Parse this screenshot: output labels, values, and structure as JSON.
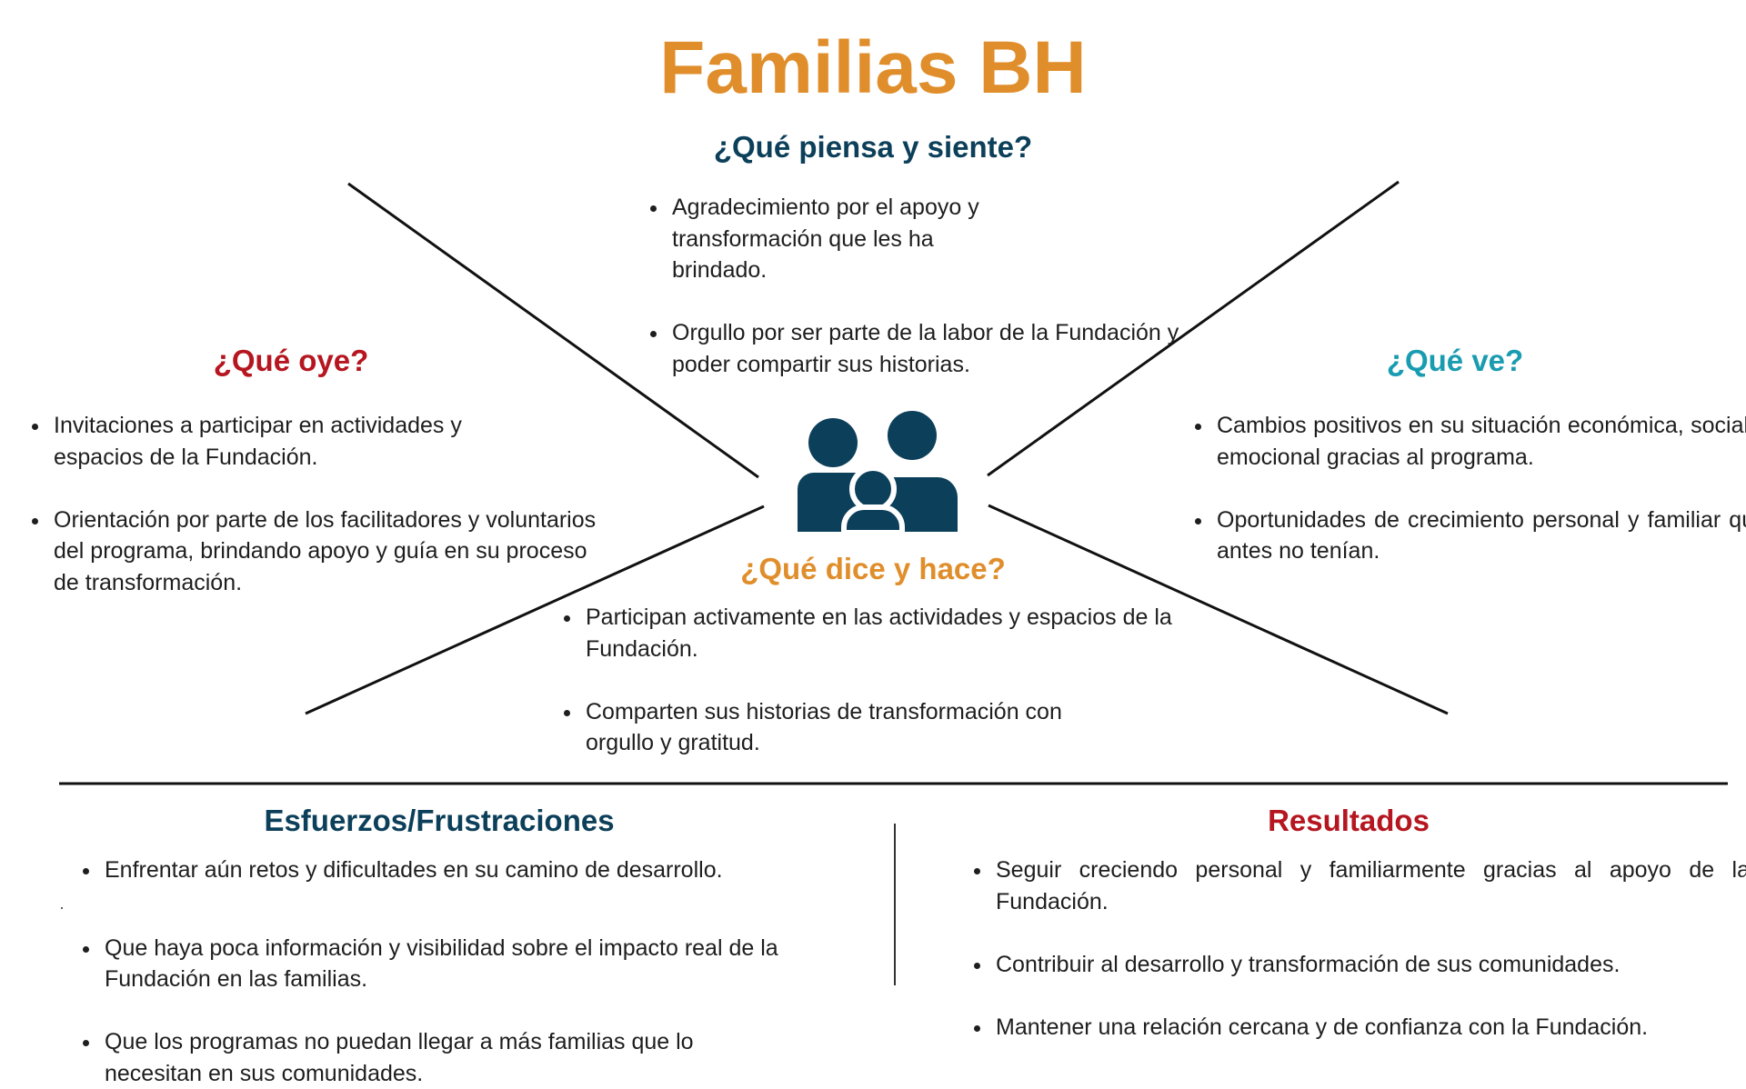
{
  "title": "Familias BH",
  "colors": {
    "orange": "#E08E2B",
    "navy": "#0C3F5A",
    "red": "#B5161F",
    "teal": "#1A9CB0"
  },
  "center_icon": "family-icon",
  "thinks_feels": {
    "heading": "¿Qué piensa y siente?",
    "items": [
      "Agradecimiento por el apoyo y transformación que les ha brindado.",
      "Orgullo por ser parte de la labor de la Fundación y poder compartir sus historias."
    ]
  },
  "hears": {
    "heading": "¿Qué oye?",
    "items": [
      "Invitaciones a participar en actividades y espacios de la Fundación.",
      "Orientación por parte de los facilitadores y voluntarios del programa, brindando apoyo y guía en su proceso de transformación."
    ]
  },
  "sees": {
    "heading": "¿Qué ve?",
    "items": [
      "Cambios positivos en su situación económica, social y emocional gracias al programa.",
      "Oportunidades de crecimiento personal y familiar que antes no tenían."
    ]
  },
  "says_does": {
    "heading": "¿Qué dice y hace?",
    "items": [
      "Participan activamente en las actividades y espacios de la Fundación.",
      "Comparten sus historias de transformación con orgullo y gratitud."
    ]
  },
  "pains": {
    "heading": "Esfuerzos/Frustraciones",
    "items": [
      "Enfrentar aún retos y dificultades en su camino de desarrollo.",
      "Que haya poca información y visibilidad sobre el impacto real de la Fundación en las familias.",
      "Que los programas no puedan llegar a más familias que lo necesitan en sus comunidades."
    ]
  },
  "gains": {
    "heading": "Resultados",
    "items": [
      "Seguir creciendo personal y familiarmente gracias al apoyo de la Fundación.",
      "Contribuir al desarrollo y transformación de sus comunidades.",
      "Mantener una relación cercana y de confianza con la Fundación."
    ]
  }
}
